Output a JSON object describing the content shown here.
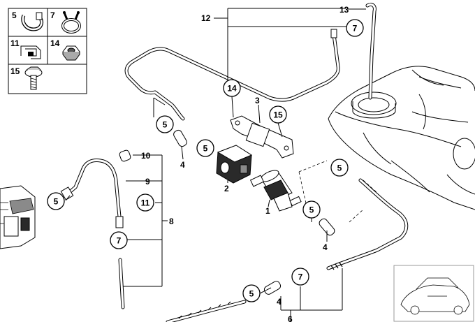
{
  "legend": {
    "items": [
      {
        "number": "5",
        "icon": "hose-clamp-icon"
      },
      {
        "number": "7",
        "icon": "spring-band-clamp-icon"
      },
      {
        "number": "11",
        "icon": "hose-clip-icon"
      },
      {
        "number": "14",
        "icon": "hex-nut-icon"
      },
      {
        "number": "15",
        "icon": "collar-screw-icon"
      }
    ]
  },
  "parts": {
    "fuel_pump": "1",
    "pump_holder": "2",
    "bracket": "3",
    "hose_fuel_pump": "4",
    "hose_line_filter": "4",
    "hose_lower": "4",
    "fuel_line_lower": "6",
    "fuel_line_left": "8",
    "hose_heater": "9",
    "rubber_sleeve": "10",
    "fuel_line_upper": "12",
    "fuel_pickup": "13"
  },
  "callouts": {
    "c5_bracket": "5",
    "c5_pump": "5",
    "c5_filter": "5",
    "c5_heater": "5",
    "c5_right": "5",
    "c5_bottom": "5",
    "c7_top": "7",
    "c7_left": "7",
    "c7_bottom": "7",
    "c11": "11",
    "c14": "14",
    "c15": "15"
  },
  "colors": {
    "line": "#000000",
    "fill": "#ffffff",
    "dark_part": "#2a2a2a",
    "mid_part": "#8a8a8a"
  }
}
